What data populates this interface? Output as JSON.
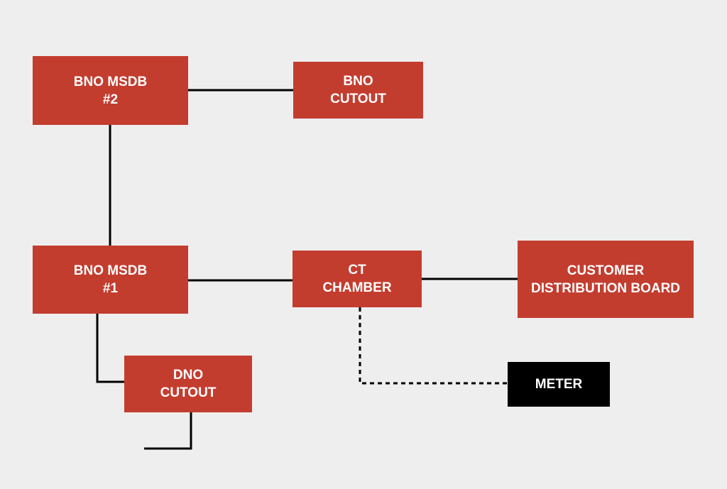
{
  "colors": {
    "background": "#eeeeee",
    "box_fill": "#c33d2f",
    "meter_fill": "#000000",
    "text": "#ffffff",
    "connector": "#000000"
  },
  "boxes": {
    "bno_msdb_2": {
      "line1": "BNO MSDB",
      "line2": "#2"
    },
    "bno_cutout": {
      "line1": "BNO",
      "line2": "CUTOUT"
    },
    "bno_msdb_1": {
      "line1": "BNO MSDB",
      "line2": "#1"
    },
    "ct_chamber": {
      "line1": "CT",
      "line2": "CHAMBER"
    },
    "customer_distribution_board": {
      "line1": "CUSTOMER",
      "line2": "DISTRIBUTION BOARD"
    },
    "dno_cutout": {
      "line1": "DNO",
      "line2": "CUTOUT"
    },
    "meter": {
      "line1": "METER"
    }
  },
  "connections": [
    {
      "from": "bno_msdb_2",
      "to": "bno_cutout",
      "style": "solid"
    },
    {
      "from": "bno_msdb_2",
      "to": "bno_msdb_1",
      "style": "solid"
    },
    {
      "from": "bno_msdb_1",
      "to": "ct_chamber",
      "style": "solid"
    },
    {
      "from": "ct_chamber",
      "to": "customer_distribution_board",
      "style": "solid"
    },
    {
      "from": "bno_msdb_1",
      "to": "dno_cutout",
      "style": "solid"
    },
    {
      "from": "dno_cutout",
      "to": "supply",
      "style": "solid"
    },
    {
      "from": "ct_chamber",
      "to": "meter",
      "style": "dotted"
    }
  ]
}
